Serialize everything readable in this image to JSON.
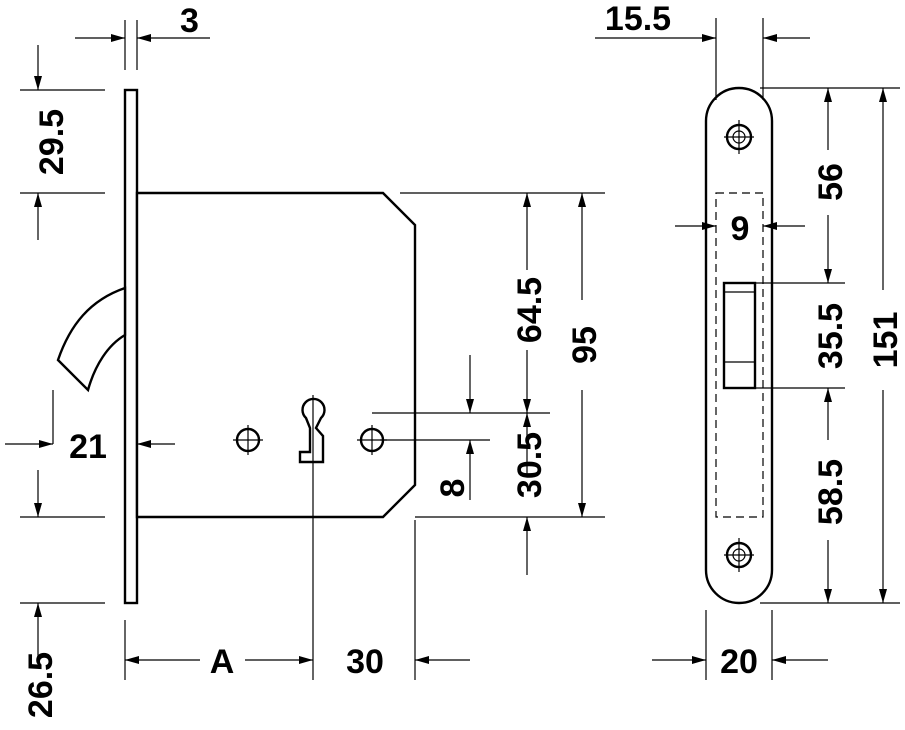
{
  "diagram": {
    "side_view": {
      "faceplate_thickness": "3",
      "top_to_body": "29.5",
      "hook_offset": "21",
      "bottom_offset": "26.5",
      "backset": "A",
      "body_to_keyhole": "30",
      "upper_height": "64.5",
      "body_height": "95",
      "lower_height": "30.5",
      "keyhole_offset": "8"
    },
    "front_view": {
      "faceplate_depth": "15.5",
      "top_to_slot": "56",
      "slot_width": "9",
      "slot_height": "35.5",
      "faceplate_length": "151",
      "slot_to_bottom": "58.5",
      "faceplate_width": "20"
    }
  }
}
